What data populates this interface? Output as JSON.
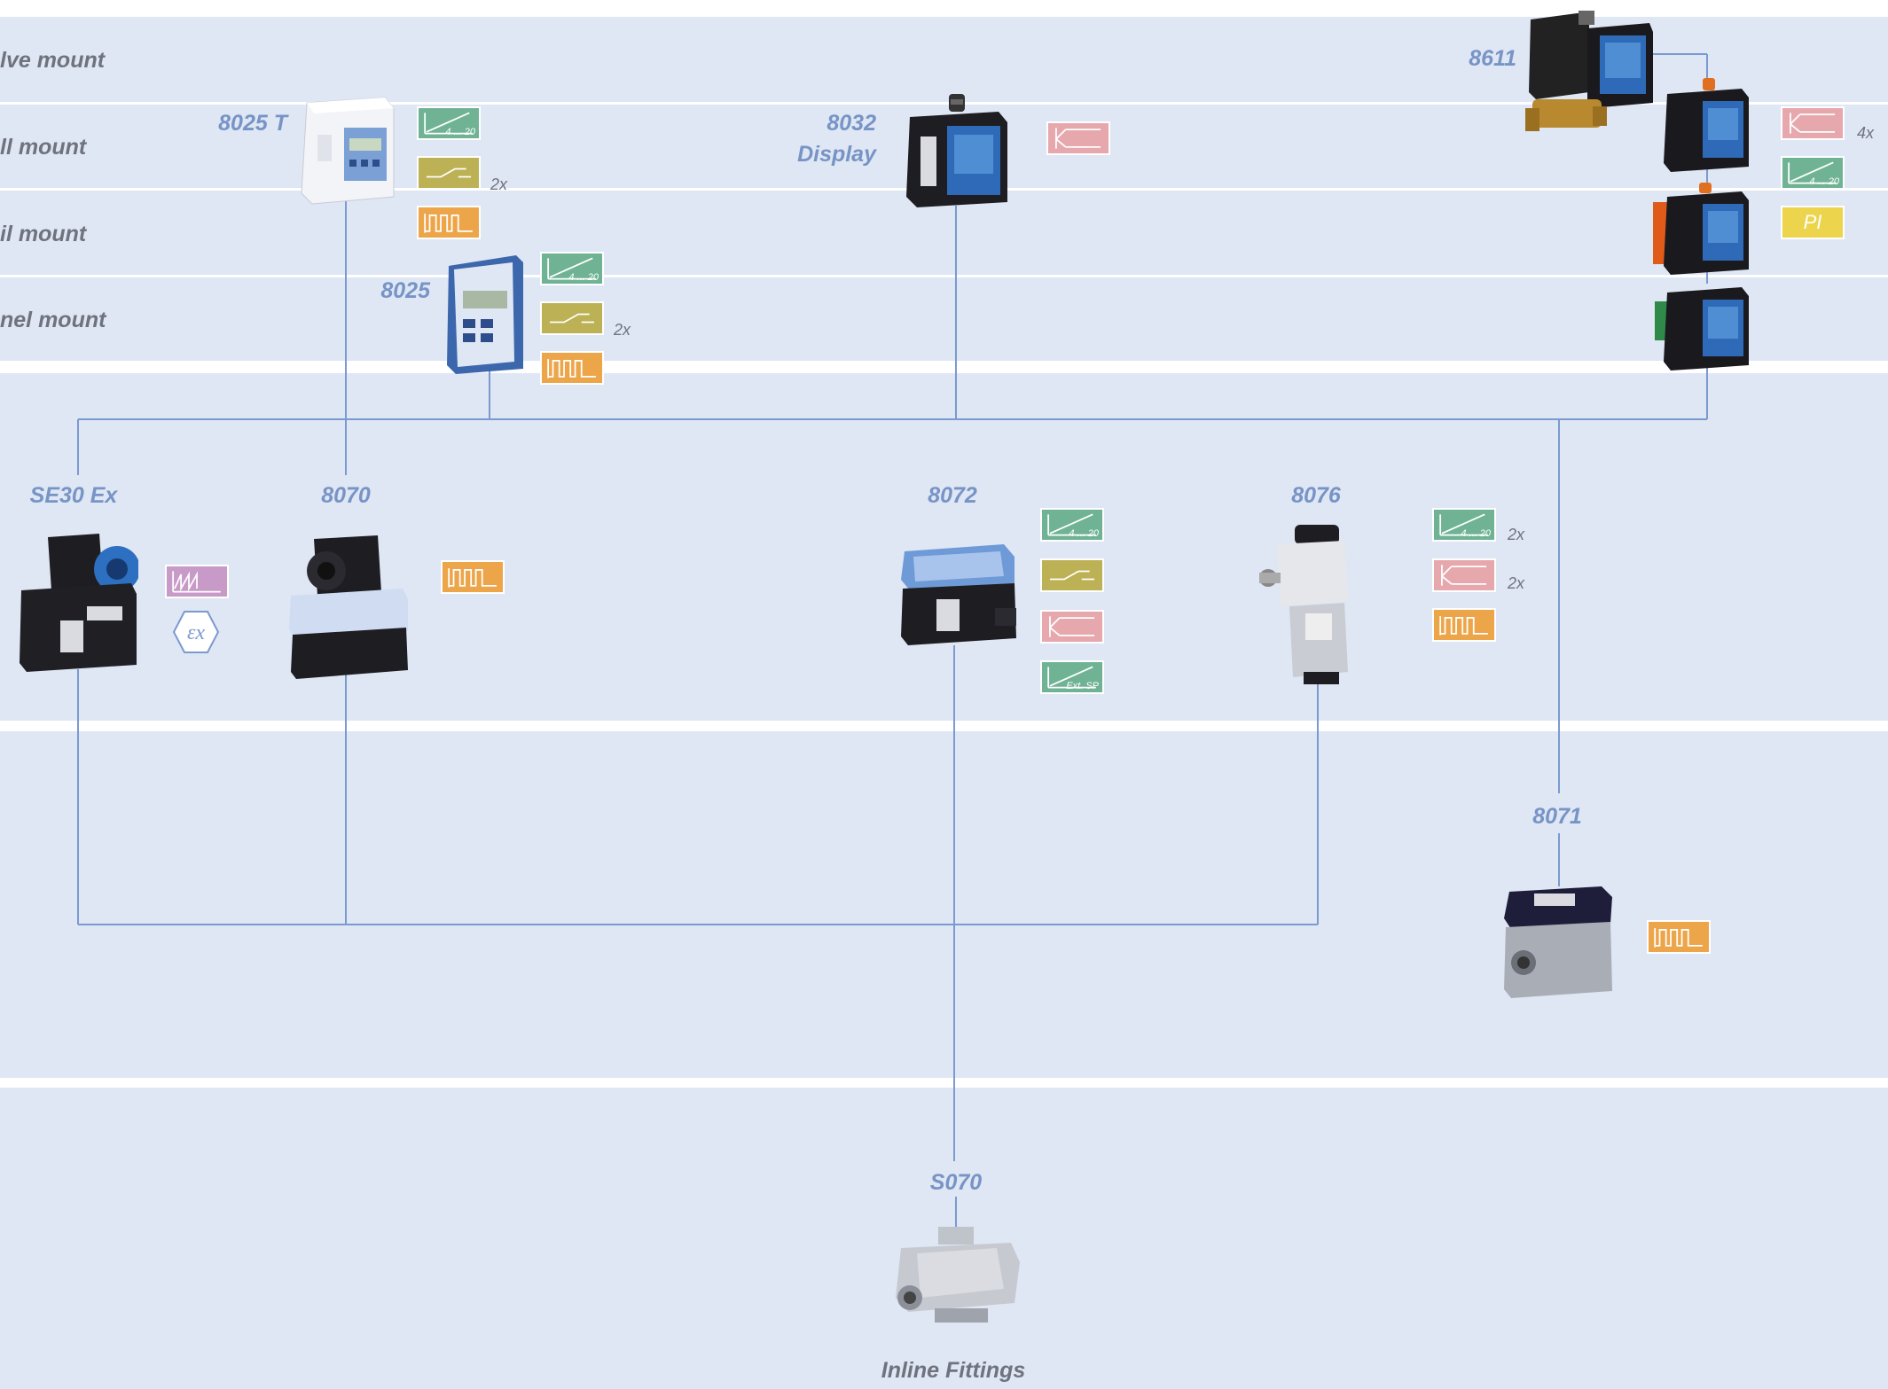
{
  "row_labels": [
    "lve mount",
    "ll mount",
    "il mount",
    "nel mount"
  ],
  "products": {
    "p8025t": "8025 T",
    "p8032_line1": "8032",
    "p8032_line2": "Display",
    "p8025": "8025",
    "p8611": "8611",
    "se30ex": "SE30 Ex",
    "p8070": "8070",
    "p8072": "8072",
    "p8076": "8076",
    "p8071": "8071",
    "s070": "S070"
  },
  "symbol_text": {
    "range": "4 ... 20",
    "ext_sp": "Ext. SP",
    "pi": "PI"
  },
  "multipliers": {
    "m8025t": "2x",
    "m8025": "2x",
    "m8611_relay": "4x",
    "m8076_analog": "2x",
    "m8076_relay": "2x"
  },
  "bottom_label": "Inline Fittings",
  "colors": {
    "band": "#dfe6f4",
    "wire": "#7b9ad0",
    "label": "#7794c6",
    "analog": "#6fb394",
    "switch": "#bcb154",
    "pulse": "#eda549",
    "relay": "#e7a8ad",
    "ramp": "#c79ac7",
    "pi": "#ecd54d"
  },
  "icons": [
    "analog-output-icon",
    "switch-output-icon",
    "pulse-output-icon",
    "relay-output-icon",
    "ramp-signal-icon",
    "ex-protection-icon",
    "pi-control-icon"
  ]
}
